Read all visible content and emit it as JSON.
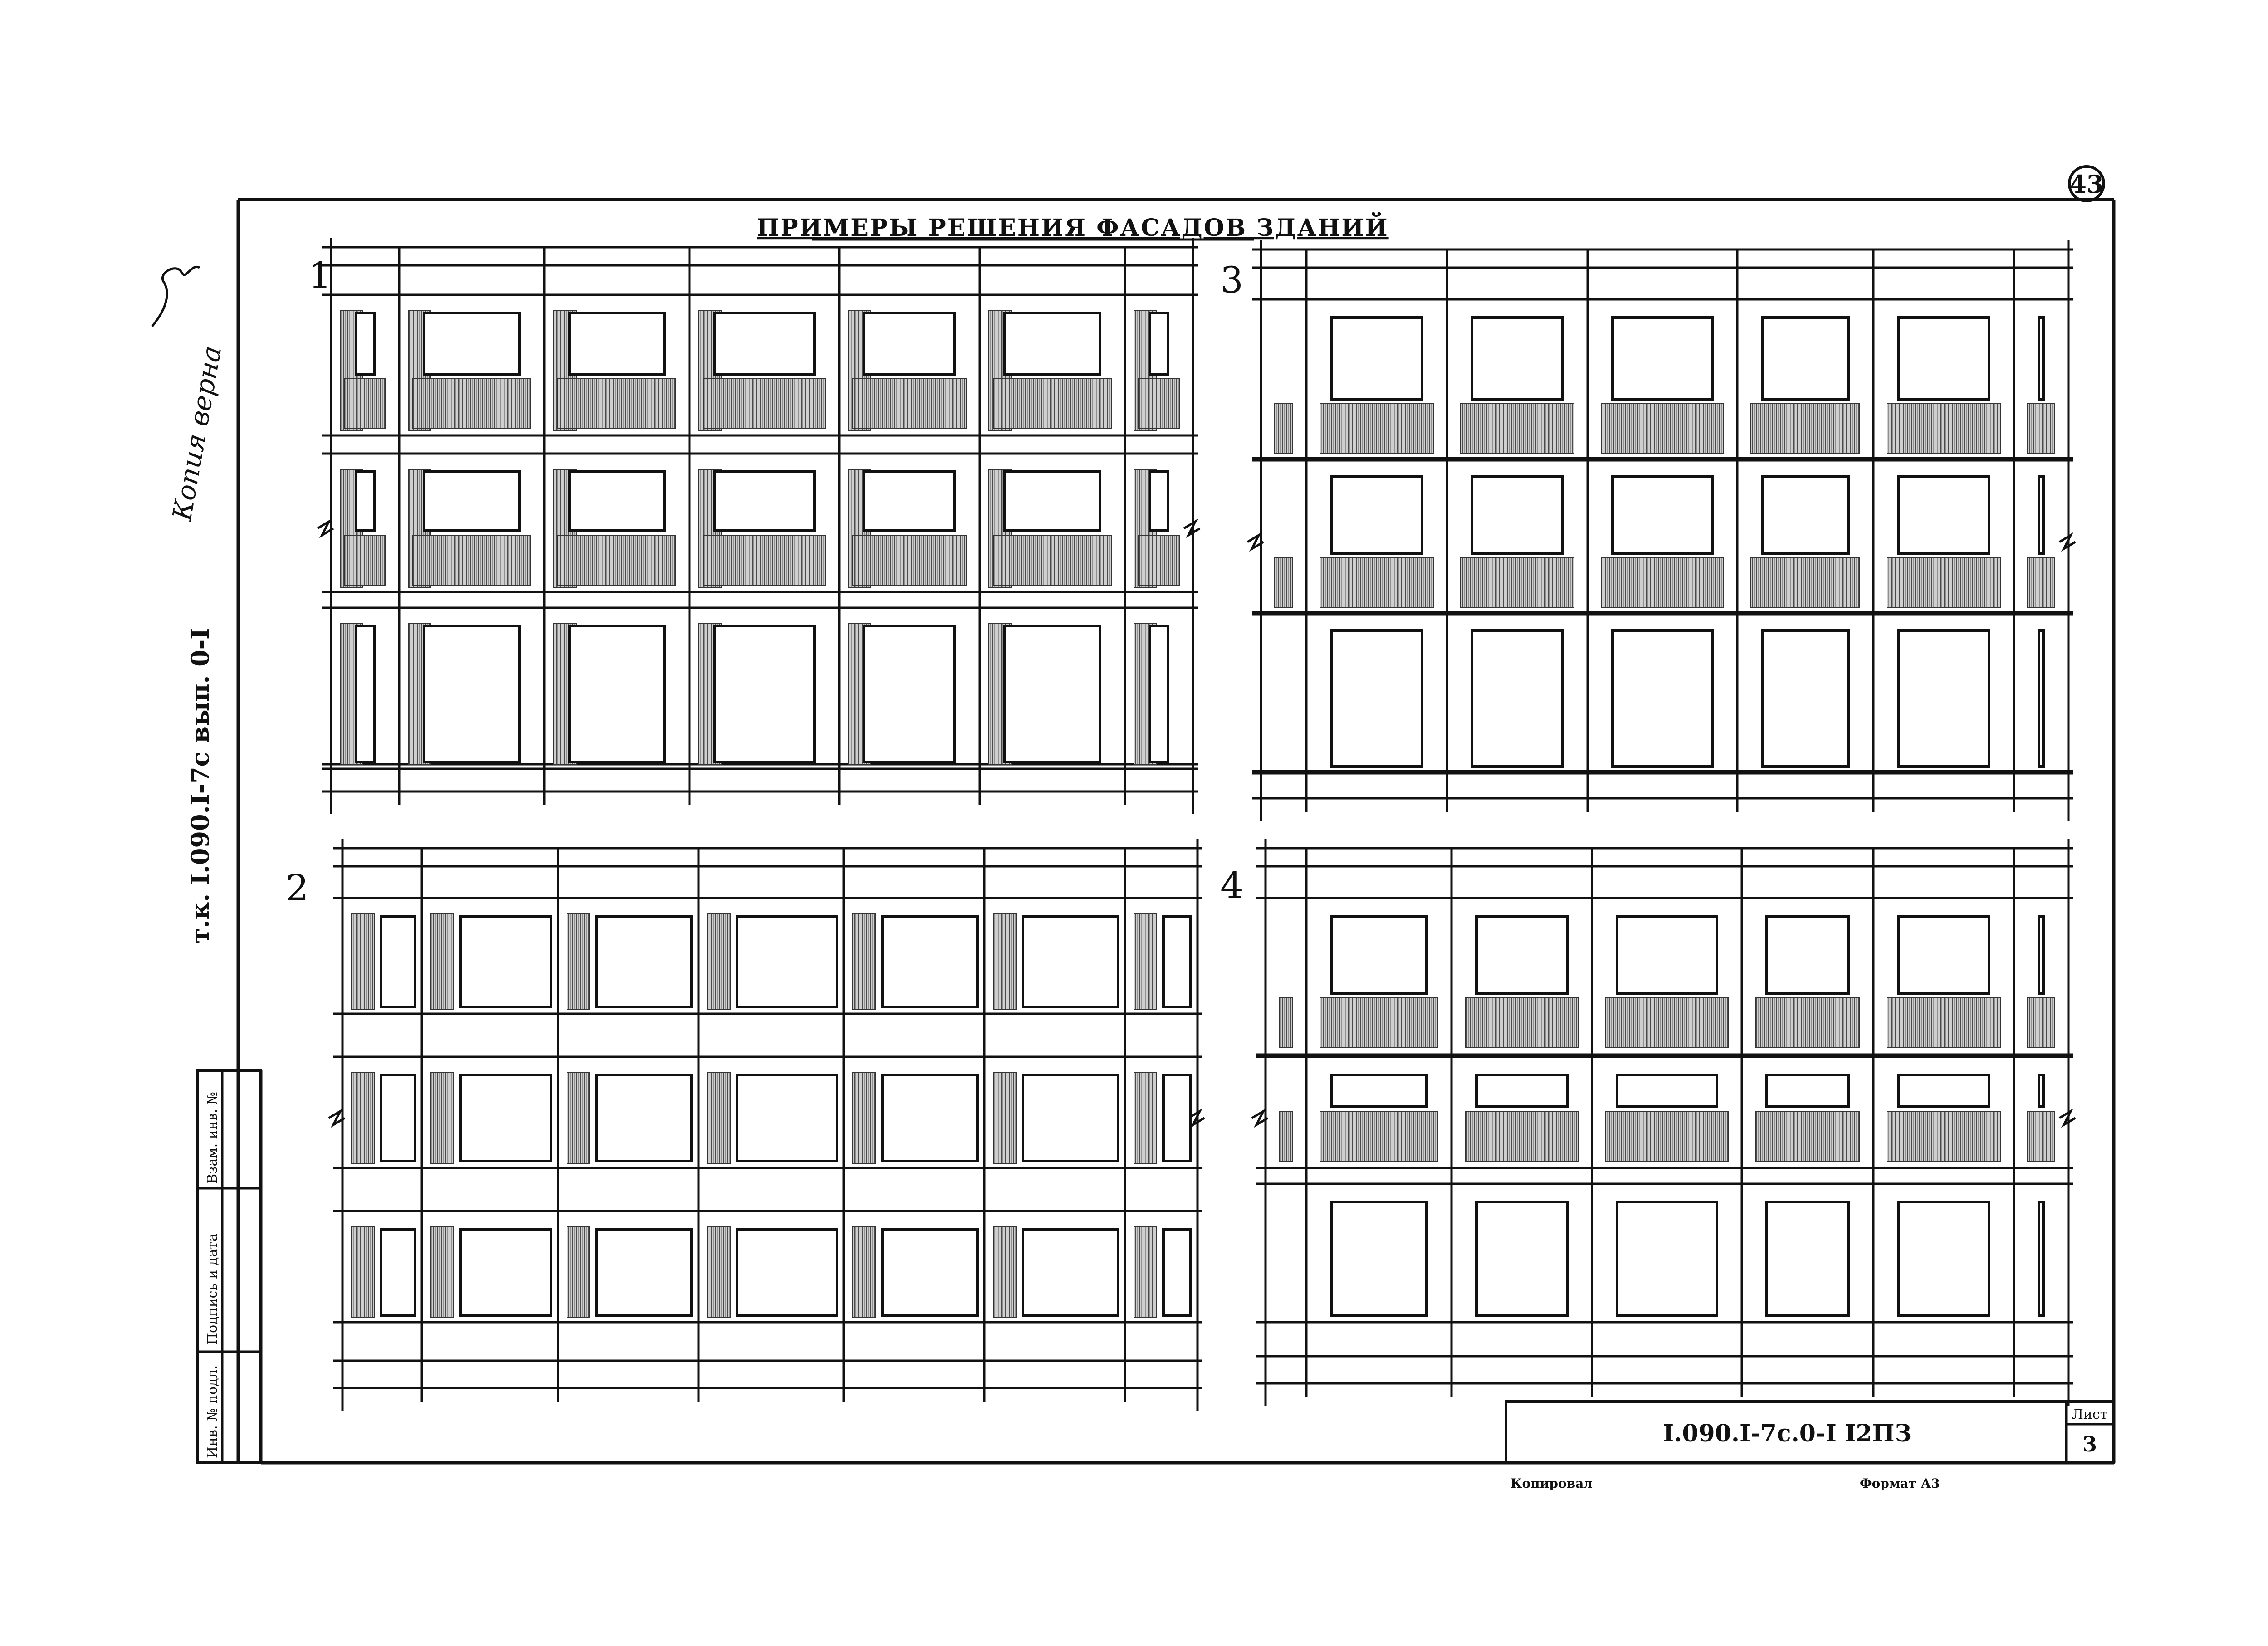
{
  "page_number": "43",
  "title": "ПРИМЕРЫ РЕШЕНИЯ ФАСАДОВ ЗДАНИЙ",
  "side_note": "Копия верна",
  "series_code": "т.к. I.090.I-7с вып. 0-I",
  "stamp_columns": [
    "Инв. № подл.",
    "Подпись и дата",
    "Взам. инв. №"
  ],
  "facades": [
    {
      "number": "1"
    },
    {
      "number": "2"
    },
    {
      "number": "3"
    },
    {
      "number": "4"
    }
  ],
  "title_block": {
    "code": "I.090.I-7с.0-I I2ПЗ",
    "sheet_label": "Лист",
    "sheet_number": "3"
  },
  "footer": {
    "copied": "Копировал",
    "format": "Формат А3"
  },
  "colors": {
    "ink": "#111111",
    "hatch": "#555555",
    "paper": "#ffffff"
  }
}
